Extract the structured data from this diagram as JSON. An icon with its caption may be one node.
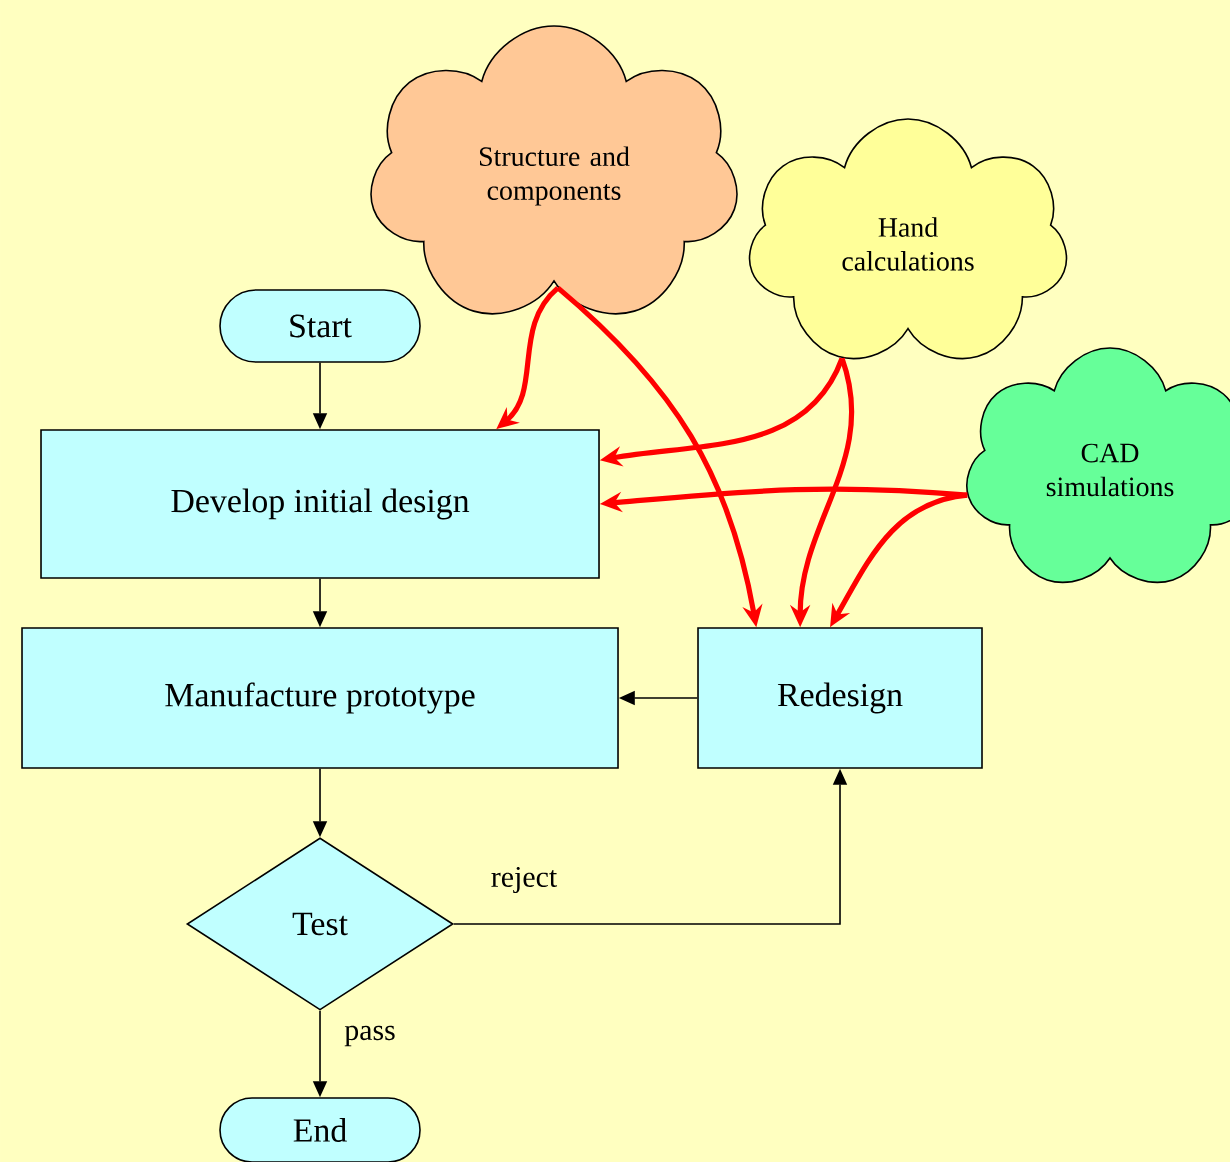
{
  "diagram": {
    "nodes": [
      {
        "text": [
          "Structure and components"
        ]
      },
      {
        "text": [
          "Hand calculations"
        ]
      },
      {
        "text": [
          "Start"
        ]
      },
      {
        "text": [
          "Develop initial design"
        ]
      },
      {
        "text": [
          "CAD simulations"
        ]
      },
      {
        "text": [
          "Manufacture prototype"
        ]
      },
      {
        "text": [
          "Redesign"
        ]
      },
      {
        "text": [
          "Test"
        ]
      },
      {
        "text": [
          "End"
        ]
      }
    ],
    "edges": [
      {
        "from": 2,
        "to": 3,
        "arrow": "to"
      },
      {
        "from": 3,
        "to": 5,
        "arrow": "to"
      },
      {
        "from": 6,
        "to": 5,
        "arrow": "to"
      },
      {
        "from": 5,
        "to": 7,
        "arrow": "to"
      },
      {
        "from": 7,
        "to": 6,
        "arrow": "to",
        "label": "reject"
      },
      {
        "from": 7,
        "to": 8,
        "arrow": "to",
        "label": "pass"
      },
      {
        "from": 0,
        "to": 3,
        "arrow": "to",
        "style": "thick",
        "color": "#ff0000"
      },
      {
        "from": 0,
        "to": 6,
        "arrow": "to",
        "style": "thick",
        "color": "#ff0000"
      },
      {
        "from": 1,
        "to": 3,
        "arrow": "to",
        "style": "thick",
        "color": "#ff0000"
      },
      {
        "from": 1,
        "to": 6,
        "arrow": "to",
        "style": "thick",
        "color": "#ff0000"
      },
      {
        "from": 4,
        "to": 3,
        "arrow": "to",
        "style": "thick",
        "color": "#ff0000"
      },
      {
        "from": 4,
        "to": 6,
        "arrow": "to",
        "style": "thick",
        "color": "#ff0000"
      }
    ]
  }
}
